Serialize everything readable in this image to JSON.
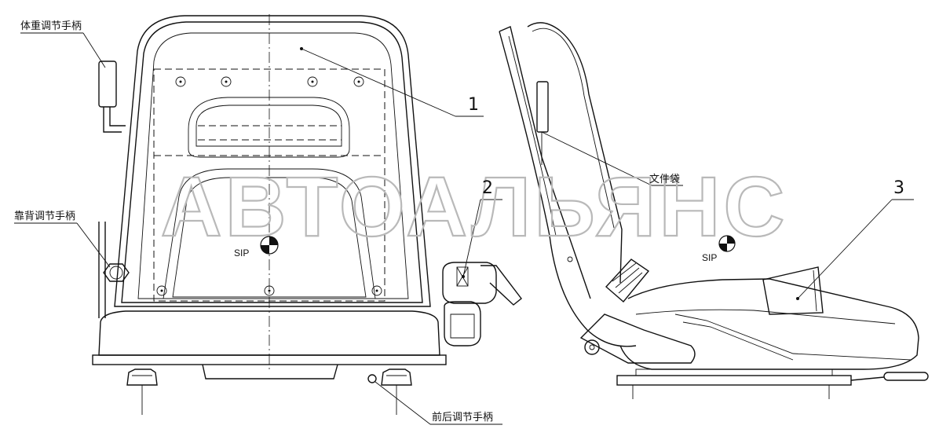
{
  "labels": {
    "weight_handle": "体重调节手柄",
    "backrest_handle": "靠背调节手柄",
    "fore_aft_handle": "前后调节手柄",
    "document_pocket": "文件袋"
  },
  "callouts": [
    "1",
    "2",
    "3"
  ],
  "sip_marks": [
    "SIP",
    "SIP"
  ],
  "watermark": "АВТОАЛЬЯНС"
}
